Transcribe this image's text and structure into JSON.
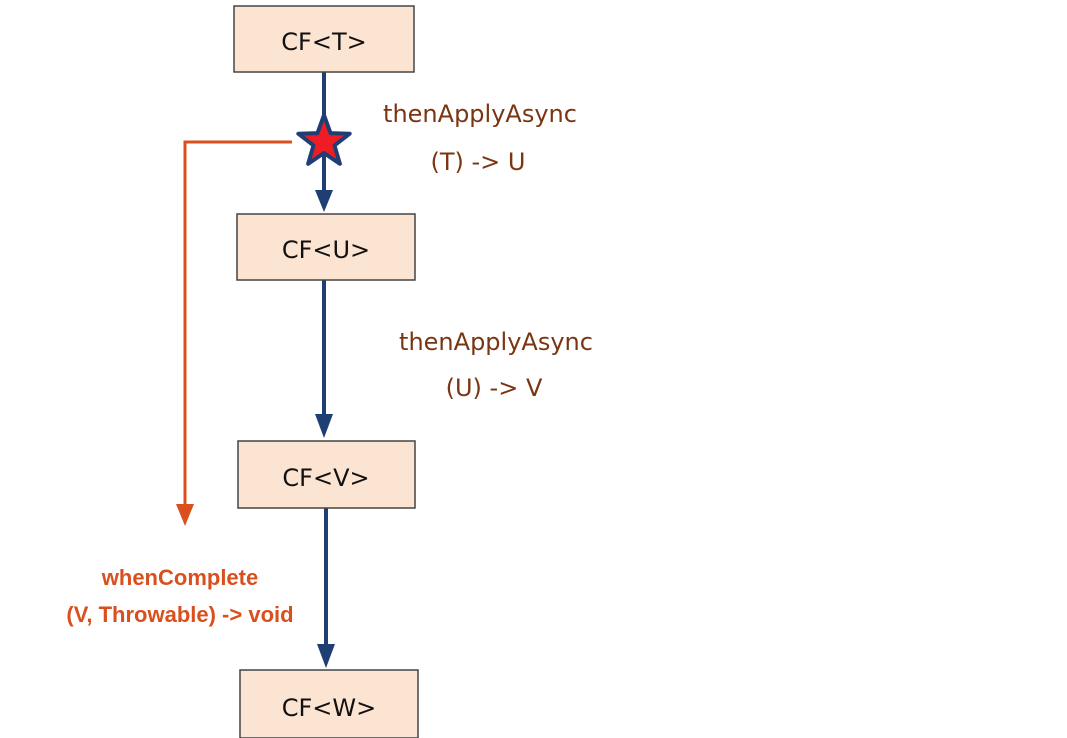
{
  "nodes": [
    {
      "id": "cf-t",
      "label": "CF<T>"
    },
    {
      "id": "cf-u",
      "label": "CF<U>"
    },
    {
      "id": "cf-v",
      "label": "CF<V>"
    },
    {
      "id": "cf-w",
      "label": "CF<W>"
    }
  ],
  "edges": [
    {
      "from": "cf-t",
      "to": "cf-u",
      "op": "thenApplyAsync",
      "signature": "(T) -> U"
    },
    {
      "from": "cf-u",
      "to": "cf-v",
      "op": "thenApplyAsync",
      "signature": "(U) -> V"
    },
    {
      "from": "cf-v",
      "to": "cf-w"
    }
  ],
  "callback": {
    "op": "whenComplete",
    "signature": "(V, Throwable) -> void",
    "marker": "star-icon"
  },
  "colors": {
    "node_fill": "#fce4d2",
    "node_border": "#444444",
    "main_arrow": "#1f3f74",
    "op_text": "#7a3512",
    "callback": "#d9501e",
    "star_fill": "#ee1c25",
    "star_border": "#1f3f74"
  }
}
